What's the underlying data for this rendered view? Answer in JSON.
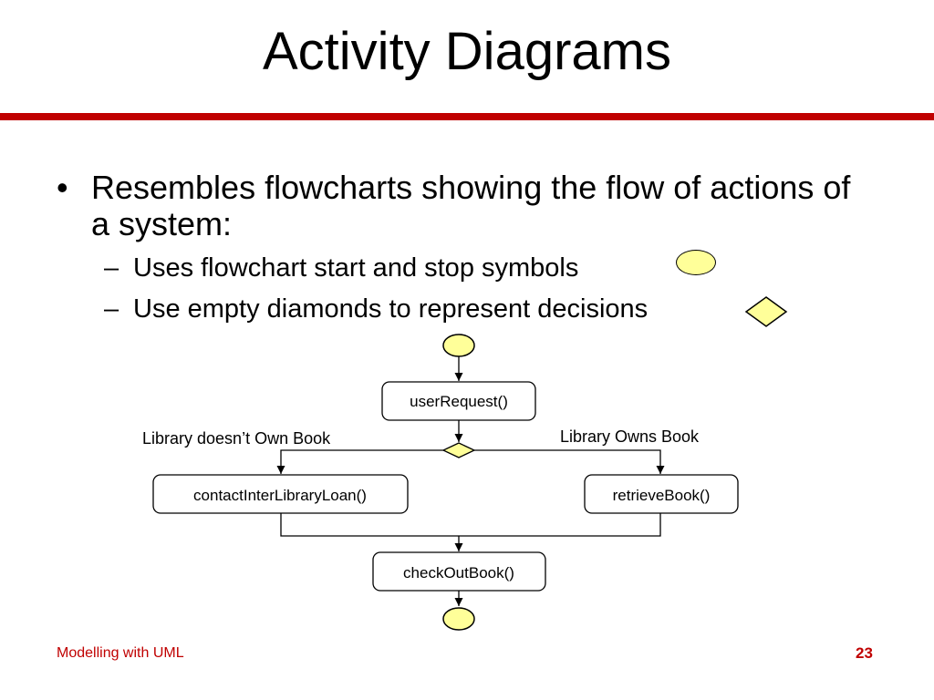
{
  "title": "Activity Diagrams",
  "bullets": {
    "main": "Resembles flowcharts showing the flow of actions of a system:",
    "sub1": "Uses flowchart start and stop symbols",
    "sub2": "Use empty diamonds to represent decisions"
  },
  "diagram": {
    "activities": {
      "user_request": "userRequest()",
      "contact_loan": "contactInterLibraryLoan()",
      "retrieve_book": "retrieveBook()",
      "checkout_book": "checkOutBook()"
    },
    "guards": {
      "left": "Library doesn’t Own Book",
      "right": "Library Owns Book"
    },
    "colors": {
      "node_fill": "#ffff99",
      "accent": "#c00000"
    }
  },
  "footer": {
    "left": "Modelling with UML",
    "page": "23"
  }
}
